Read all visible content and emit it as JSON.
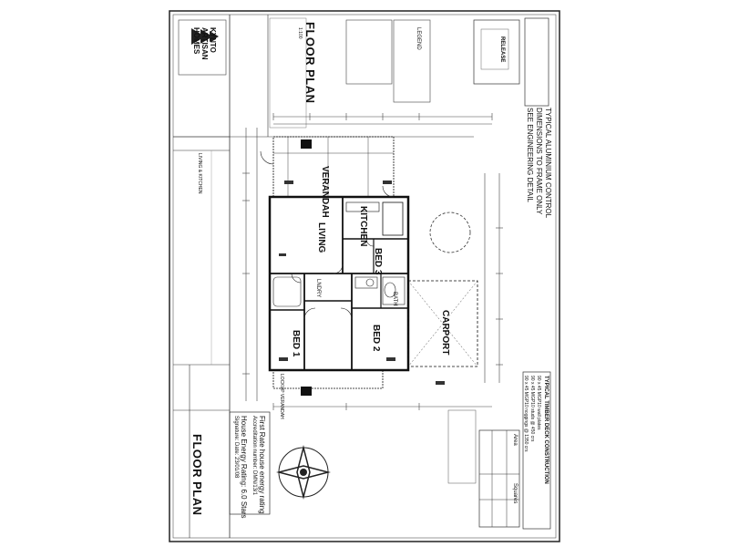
{
  "company": {
    "name_line1": "KYNTO",
    "name_line2": "ARTISAN",
    "name_line3": "HOMES"
  },
  "drawing": {
    "title": "FLOOR PLAN",
    "scale": "1:100",
    "title_block_name": "FLOOR PLAN",
    "elevation_label": "LIVING & KITCHEN"
  },
  "rooms": {
    "verandah": "VERANDAH",
    "kitchen": "KITCHEN",
    "living": "LIVING",
    "bed3": "BED 3",
    "bed2": "BED 2",
    "bed1": "BED 1",
    "bath": "BATH",
    "laundry": "LNDRY",
    "carport": "CARPORT",
    "rear_verandah": "LOCKUP VERANDAH"
  },
  "legend": {
    "title": "LEGEND"
  },
  "notes": {
    "header": "RELEASE",
    "typical_header": "TYPICAL ALUMINIUM CONTROL",
    "typical_line1": "DIMENSIONS TO FRAME ONLY",
    "typical_line2": "SEE ENGINEERING DETAIL",
    "construction_header": "TYPICAL TIMBER DECK CONSTRUCTION",
    "construction_line1": "90 x 45 MGP10 wall plates",
    "construction_line2": "90 x 45 MGP10 studs @ 450 crs",
    "construction_line3": "90 x 45 MGP10 noggings @ 1350 crs"
  },
  "energy": {
    "title": "First Rate house energy rating",
    "line1": "Accreditation number: DMN/13/1",
    "line2": "House Energy Rating: 6.0 Stars",
    "line3": "Signature: Date: 23/01/08"
  },
  "schedule": {
    "area_label": "Area",
    "squares_label": "Squares"
  }
}
